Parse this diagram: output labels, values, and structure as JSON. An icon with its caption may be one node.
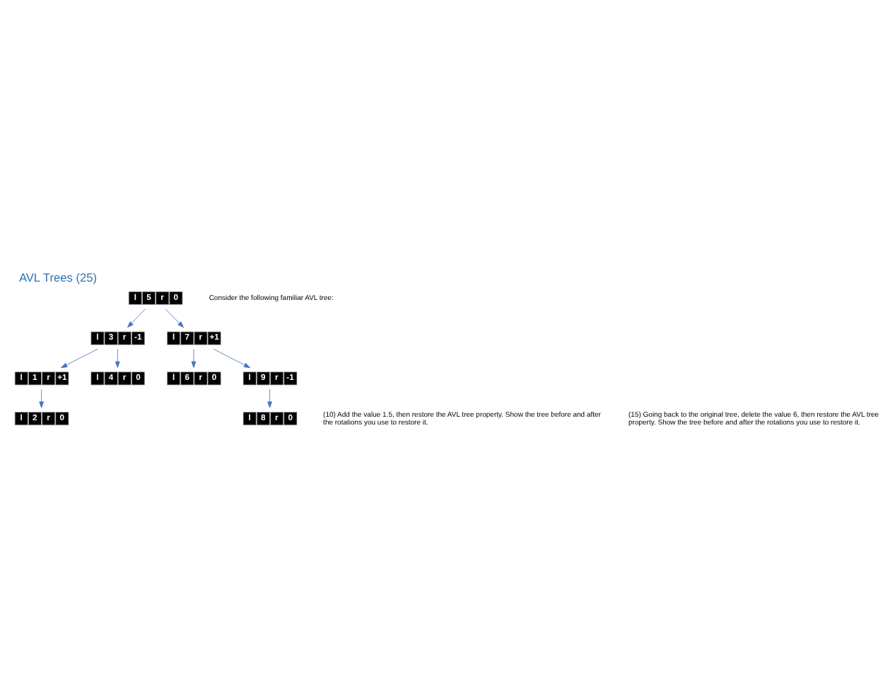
{
  "diagram": {
    "title": "AVL Trees (25)",
    "nodes": [
      {
        "text": [
          "l",
          "5",
          "r",
          "0"
        ]
      },
      {
        "text": [
          "l",
          "3",
          "r",
          "-1"
        ]
      },
      {
        "text": [
          "l",
          "7",
          "r",
          "+1"
        ]
      },
      {
        "text": [
          "l",
          "1",
          "r",
          "+1"
        ]
      },
      {
        "text": [
          "l",
          "4",
          "r",
          "0"
        ]
      },
      {
        "text": [
          "l",
          "6",
          "r",
          "0"
        ]
      },
      {
        "text": [
          "l",
          "9",
          "r",
          "-1"
        ]
      },
      {
        "text": [
          "l",
          "2",
          "r",
          "0"
        ]
      },
      {
        "text": [
          "l",
          "8",
          "r",
          "0"
        ]
      }
    ],
    "edges": [
      {
        "from": 0,
        "to": 1,
        "arrow": "to"
      },
      {
        "from": 0,
        "to": 2,
        "arrow": "to"
      },
      {
        "from": 1,
        "to": 3,
        "arrow": "to"
      },
      {
        "from": 1,
        "to": 4,
        "arrow": "to"
      },
      {
        "from": 2,
        "to": 5,
        "arrow": "to"
      },
      {
        "from": 2,
        "to": 6,
        "arrow": "to"
      },
      {
        "from": 3,
        "to": 7,
        "arrow": "to"
      },
      {
        "from": 6,
        "to": 8,
        "arrow": "to"
      }
    ],
    "labels": [
      "Consider the following familiar AVL tree:",
      "(10) Add the value 1.5, then restore the AVL tree property. Show the tree before and after the rotations you use to restore it.",
      "(15) Going back to the original tree, delete the value 6, then restore the AVL tree property. Show the tree before and after the rotations you use to restore it."
    ]
  }
}
